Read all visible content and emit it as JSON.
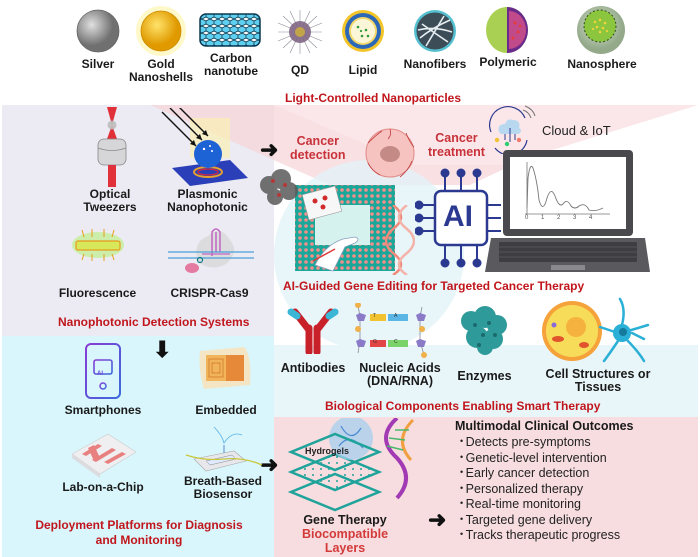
{
  "nanoparticles": [
    {
      "label": "Silver",
      "icon": "silver-sphere-icon",
      "color": "#9a9a9a"
    },
    {
      "label": "Gold\nNanoshells",
      "icon": "gold-sphere-icon",
      "color": "#f2b81c"
    },
    {
      "label": "Carbon\nnanotube",
      "icon": "carbon-nanotube-icon",
      "color": "#4cc6e8"
    },
    {
      "label": "QD",
      "icon": "quantum-dot-icon",
      "color": "#7d6a8a"
    },
    {
      "label": "Lipid",
      "icon": "lipid-icon",
      "color": "#2c6bb5"
    },
    {
      "label": "Nanofibers",
      "icon": "nanofibers-icon",
      "color": "#4aaec0"
    },
    {
      "label": "Polymeric",
      "icon": "polymeric-icon",
      "color": "#a6cf52"
    },
    {
      "label": "Nanosphere",
      "icon": "nanosphere-icon",
      "color": "#8fb26d"
    }
  ],
  "sections": {
    "light_controlled": "Light-Controlled Nanoparticles",
    "nanophotonic_detection": "Nanophotonic Detection Systems",
    "ai_gene_editing": "AI-Guided Gene Editing for Targeted Cancer Therapy",
    "biological_components": "Biological Components Enabling Smart Therapy",
    "deployment_line1": "Deployment Platforms for Diagnosis",
    "deployment_line2": "and Monitoring"
  },
  "detection": {
    "optical_tweezers": "Optical\nTweezers",
    "plasmonic": "Plasmonic\nNanophotonic",
    "fluorescence": "Fluorescence",
    "crispr": "CRISPR-Cas9"
  },
  "ai_center": {
    "cancer_detection": "Cancer\ndetection",
    "cancer_treatment": "Cancer\ntreatment",
    "cloud_iot": "Cloud & IoT",
    "ai_chip": "AI",
    "laptop_chart": {
      "x_ticks": [
        "0",
        "1",
        "2",
        "3",
        "4"
      ]
    }
  },
  "biological": [
    {
      "label": "Antibodies",
      "icon": "antibody-icon"
    },
    {
      "label": "Nucleic Acids\n(DNA/RNA)",
      "icon": "nucleic-acid-icon"
    },
    {
      "label": "Enzymes",
      "icon": "enzyme-icon"
    },
    {
      "label": "Cell Structures or\nTissues",
      "icon": "cell-icon"
    }
  ],
  "nucleic_bases": [
    "T",
    "A",
    "G",
    "C"
  ],
  "deployment": {
    "smartphones": "Smartphones",
    "embedded": "Embedded",
    "lab_on_chip": "Lab-on-a-Chip",
    "breath_biosensor": "Breath-Based\nBiosensor",
    "smartphone_chip": "AI"
  },
  "gene_therapy": {
    "hydrogels": "Hydrogels",
    "title": "Gene Therapy",
    "subtitle_line1": "Biocompatible",
    "subtitle_line2": "Layers"
  },
  "outcomes": {
    "title": "Multimodal Clinical Outcomes",
    "items": [
      "Detects pre-symptoms",
      "Genetic-level intervention",
      "Early cancer detection",
      "Personalized therapy",
      "Real-time monitoring",
      "Targeted gene delivery",
      "Tracks therapeutic progress"
    ]
  },
  "colors": {
    "section_title_red": "#c0161c",
    "ai_blue": "#2b3990",
    "left_panel_lavender": "#ecebf4",
    "left_panel_cyan": "#d8f6fb",
    "outcomes_pink": "#f7dde0"
  }
}
